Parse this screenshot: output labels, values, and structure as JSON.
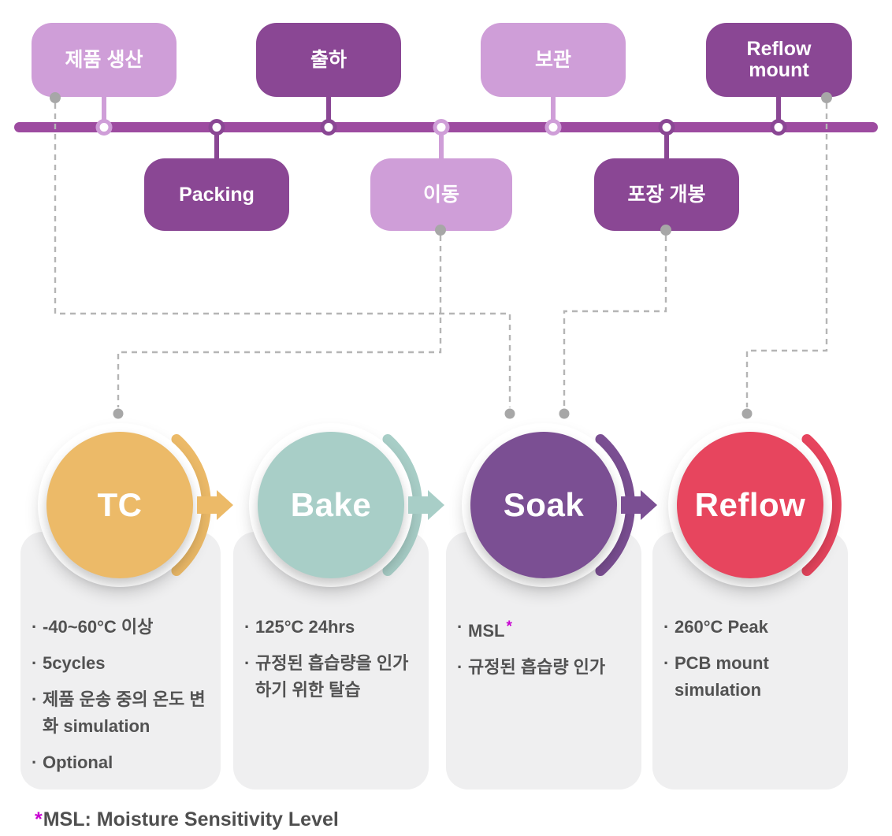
{
  "diagram_title": "MSL reliability test flow (component supply chain to reflow mount)",
  "ui": {
    "bullet_marker": "·"
  },
  "colors": {
    "timeline_bar": "#9d4ba0",
    "box_light_purple": "#cf9ed8",
    "box_dark_purple": "#8a4794",
    "tc_gold": "#ecba68",
    "bake_teal": "#a8cec7",
    "soak_purple": "#7b4f93",
    "reflow_red": "#e7455e",
    "card_gray": "#efeff0",
    "bullet_text": "#525252",
    "footnote_text": "#4f4f4f",
    "asterisk_magenta": "#c800d2",
    "dashed_connector_gray": "#b5b5b5"
  },
  "supply_chain": {
    "boxes": [
      {
        "label": "제품 생산",
        "tone": "light",
        "position": "above-line"
      },
      {
        "label": "Packing",
        "tone": "dark",
        "position": "below-line"
      },
      {
        "label": "출하",
        "tone": "dark",
        "position": "above-line"
      },
      {
        "label": "이동",
        "tone": "light",
        "position": "below-line"
      },
      {
        "label": "보관",
        "tone": "light",
        "position": "above-line"
      },
      {
        "label": "포장 개봉",
        "tone": "dark",
        "position": "below-line"
      },
      {
        "label": "Reflow\nmount",
        "tone": "dark",
        "position": "above-line"
      }
    ]
  },
  "test_steps": [
    {
      "name": "TC",
      "color": "#ecba68",
      "bullets": [
        {
          "text": "-40~60°C 이상"
        },
        {
          "text": "5cycles"
        },
        {
          "text": "제품 운송 중의 온도 변화 simulation"
        },
        {
          "text": "Optional"
        }
      ]
    },
    {
      "name": "Bake",
      "color": "#a8cec7",
      "bullets": [
        {
          "text": "125°C 24hrs"
        },
        {
          "text": "규정된 흡습량을 인가하기 위한 탈습"
        }
      ]
    },
    {
      "name": "Soak",
      "color": "#7b4f93",
      "bullets": [
        {
          "text": "MSL",
          "suffix": "*"
        },
        {
          "text": "규정된 흡습량 인가"
        }
      ]
    },
    {
      "name": "Reflow",
      "color": "#e7455e",
      "bullets": [
        {
          "text": "260°C Peak"
        },
        {
          "text": "PCB mount simulation"
        }
      ]
    }
  ],
  "footnote": {
    "star": "*",
    "text": "MSL: Moisture Sensitivity Level"
  }
}
